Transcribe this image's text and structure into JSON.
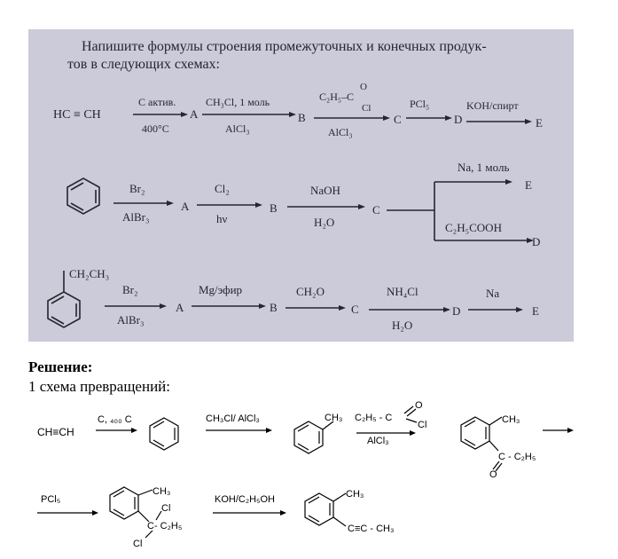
{
  "task": {
    "line1": "Напишите формулы строения промежуточных и конечных продук-",
    "line2": "тов в следующих схемах:"
  },
  "scheme1": {
    "start": "HC ≡ CH",
    "c_activ": "C актив.",
    "t400": "400°C",
    "a": "A",
    "ch3cl": "CH₃Cl, 1 моль",
    "alcl3_1": "AlCl₃",
    "b": "B",
    "acyl": "C₂H₅–C",
    "acyl_o": "O",
    "acyl_cl": "Cl",
    "alcl3_2": "AlCl₃",
    "c": "C",
    "pcl5": "PCl₅",
    "d": "D",
    "koh": "KOH/спирт",
    "e": "E"
  },
  "scheme2": {
    "br2": "Br₂",
    "albr3": "AlBr₃",
    "a": "A",
    "cl2": "Cl₂",
    "hv": "hν",
    "b": "B",
    "naoh": "NaOH",
    "h2o": "H₂O",
    "c": "C",
    "na1": "Na, 1 моль",
    "e": "E",
    "c2h5cooh": "C₂H₅COOH",
    "d": "D"
  },
  "scheme3": {
    "ch2ch3": "CH₂CH₃",
    "br2": "Br₂",
    "albr3": "AlBr₃",
    "a": "A",
    "mg": "Mg/эфир",
    "b": "B",
    "ch2o": "CH₂O",
    "c": "C",
    "nh4cl": "NH₄Cl",
    "h2o": "H₂O",
    "d": "D",
    "na": "Na",
    "e": "E"
  },
  "solution": {
    "title": "Решение:",
    "scheme_label": "1 схема превращений:",
    "chch": "CH≡CH",
    "c400": "C, ₄₀₀ C",
    "ch3cl_alcl3": "CH₃Cl/ AlCl₃",
    "ch3": "CH₃",
    "acyl": "C₂H₅ - C",
    "o": "O",
    "cl": "Cl",
    "alcl3": "AlCl₃",
    "ketone": "C - C₂H₅",
    "pcl5": "PCl₅",
    "dichloro": "C- C₂H₅",
    "koh": "KOH/C₂H₅OH",
    "alkyne": "C≡C - CH₃"
  }
}
